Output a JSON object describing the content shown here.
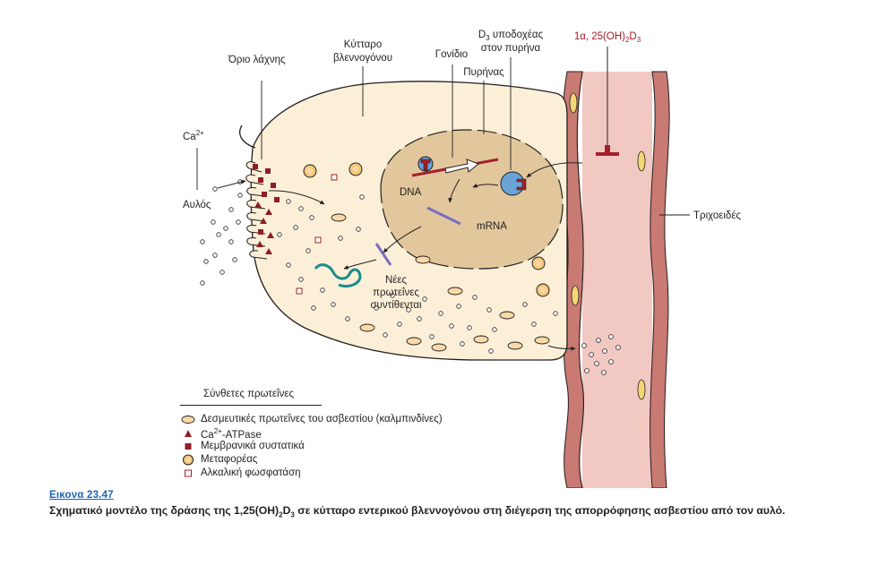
{
  "labels": {
    "brush_border": "Όριο λάχνης",
    "mucosal_cell_line1": "Κύτταρο",
    "mucosal_cell_line2": "βλεννογόνου",
    "d3_receptor_line1": "D",
    "d3_receptor_sub": "3",
    "d3_receptor_line1_rest": " υποδοχέας",
    "d3_receptor_line2": "στον πυρήνα",
    "gene": "Γονίδιο",
    "nucleus": "Πυρήνας",
    "hormone_pre": "1α, 25(OH)",
    "hormone_sub1": "2",
    "hormone_mid": "D",
    "hormone_sub2": "3",
    "calcium": "Ca",
    "calcium_sup": "2+",
    "lumen": "Αυλός",
    "dna": "DNA",
    "mrna": "mRNA",
    "new_proteins_line1": "Νέες",
    "new_proteins_line2": "πρωτεΐνες",
    "new_proteins_line3": "συντίθενται",
    "capillary": "Τριχοειδές"
  },
  "legend": {
    "title": "Σύνθετες πρωτεΐνες",
    "items": [
      {
        "symbol": "oval",
        "text": "Δεσμευτικές πρωτεΐνες του ασβεστίου (καλμπινδίνες)"
      },
      {
        "symbol": "triangle",
        "text_pre": "Ca",
        "text_sup": "2+",
        "text_post": "-ATPase"
      },
      {
        "symbol": "square",
        "text": "Μεμβρανικά συστατικά"
      },
      {
        "symbol": "carrier",
        "text": "Μεταφορέας"
      },
      {
        "symbol": "open-square",
        "text": "Αλκαλική φωσφατάση"
      }
    ]
  },
  "caption": {
    "figure_label": "Εικονα 23.47",
    "text_pre": "Σχηματικό μοντέλο της δράσης της 1,25(OH)",
    "text_sub1": "2",
    "text_mid": "D",
    "text_sub2": "3",
    "text_post": " σε κύτταρο εντερικού βλεννογόνου στη διέγερση της απορρόφησης ασβεστίου από τον αυλό."
  },
  "colors": {
    "cell_fill": "#fbf0d7",
    "nucleus_fill": "#e2c79c",
    "capillary_fill": "#f2c8c3",
    "vessel_wall": "#b8615b",
    "hormone_red": "#a3202a",
    "receptor_blue": "#6aa3d8",
    "mrna_purple": "#7a6ec0",
    "protein_teal": "#1a8b8c",
    "caption_blue": "#1a64b4"
  }
}
